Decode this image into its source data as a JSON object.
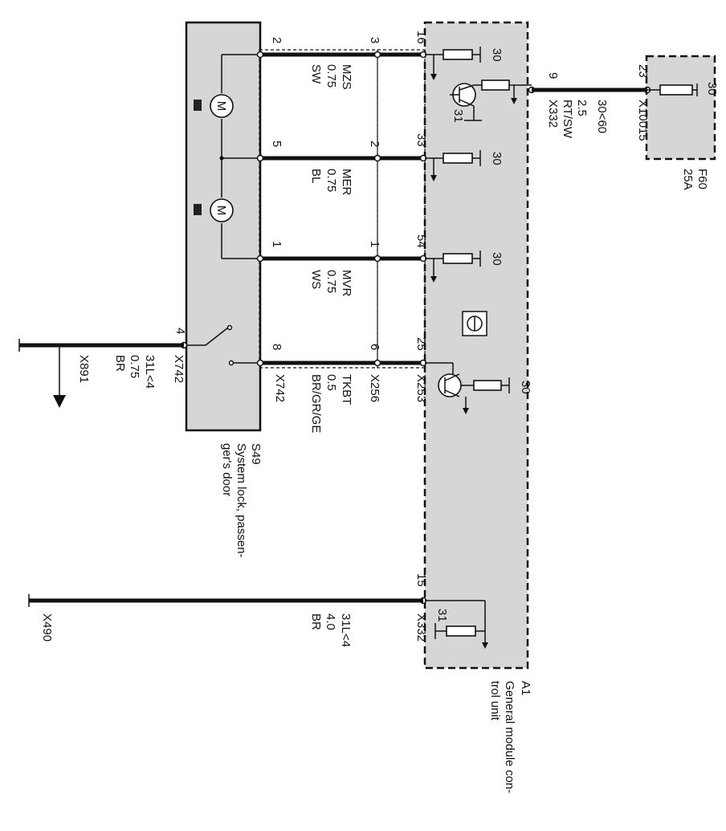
{
  "module": {
    "ref": "A1",
    "name_line1": "General module con-",
    "name_line2": "trol unit"
  },
  "lock": {
    "ref": "S49",
    "name_line1": "System lock, passen-",
    "name_line2": "ger's door",
    "motor_label": "M",
    "connector": "X742"
  },
  "fuse": {
    "ref": "F60",
    "rating": "25A",
    "terminal": "30",
    "connector": "X10015",
    "pin": "23"
  },
  "feed": {
    "pin": "9",
    "connector": "X332",
    "wire_size": "2.5",
    "wire_color": "RT/SW",
    "circuit": "30<60"
  },
  "wires": [
    {
      "name": "MZS",
      "size": "0.75",
      "color": "SW",
      "s49_pin": "2",
      "mid_pin": "3",
      "a1_pin": "16"
    },
    {
      "name": "MER",
      "size": "0.75",
      "color": "BL",
      "s49_pin": "5",
      "mid_pin": "2",
      "a1_pin": "33"
    },
    {
      "name": "MVR",
      "size": "0.75",
      "color": "WS",
      "s49_pin": "1",
      "mid_pin": "1",
      "a1_pin": "54"
    },
    {
      "name": "TKBT",
      "size": "0.5",
      "color": "BR/GR/GE",
      "s49_pin": "8",
      "mid_pin": "6",
      "a1_pin": "25"
    }
  ],
  "connectors": {
    "s49_side": "X742",
    "middle": "X256",
    "a1_side": "X253"
  },
  "ground_x891": {
    "pin": "4",
    "connector": "X742",
    "circuit": "31L<4",
    "size": "0.75",
    "color": "BR",
    "ground": "X891"
  },
  "ground_x490": {
    "pin": "15",
    "connector": "X332",
    "circuit": "31L<4",
    "size": "4.0",
    "color": "BR",
    "ground": "X490",
    "terminal": "31"
  },
  "terminals": {
    "t30": "30",
    "t31": "31"
  }
}
